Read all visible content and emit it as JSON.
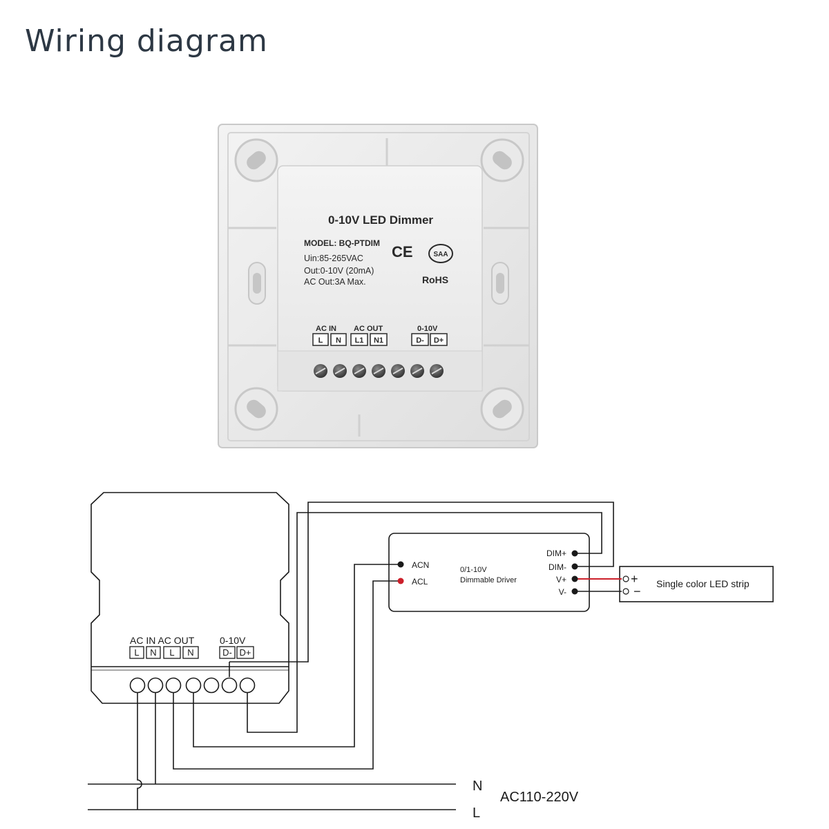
{
  "page": {
    "title": "Wiring diagram"
  },
  "product": {
    "name": "0-10V LED Dimmer",
    "model": "MODEL: BQ-PTDIM",
    "specs": [
      "Uin:85-265VAC",
      "Out:0-10V (20mA)",
      "AC Out:3A Max."
    ],
    "marks": {
      "ce": "CE",
      "saa": "SAA",
      "rohs": "RoHS"
    },
    "terminal_groups": [
      "AC  IN",
      "AC  OUT",
      "0-10V"
    ],
    "terminals": [
      "L",
      "N",
      "L1",
      "N1",
      "D-",
      "D+"
    ]
  },
  "schematic": {
    "dimmer": {
      "group_label_ac": "AC IN AC OUT",
      "group_label_dim": "0-10V",
      "terminals": [
        "L",
        "N",
        "L",
        "N",
        "D-",
        "D+"
      ]
    },
    "driver": {
      "title_line1": "0/1-10V",
      "title_line2": "Dimmable Driver",
      "left_terminals": [
        "ACN",
        "ACL"
      ],
      "right_terminals": [
        "DIM+",
        "DIM-",
        "V+",
        "V-"
      ]
    },
    "led_strip": {
      "label": "Single color LED strip",
      "plus": "+",
      "minus": "−"
    },
    "mains": {
      "n_label": "N",
      "l_label": "L",
      "voltage": "AC110-220V"
    },
    "colors": {
      "line": "#1a1a1a",
      "live_wire": "#cc1f2a",
      "live_dot": "#cc1f2a",
      "panel": "#ececec",
      "title": "#2d3844"
    }
  }
}
